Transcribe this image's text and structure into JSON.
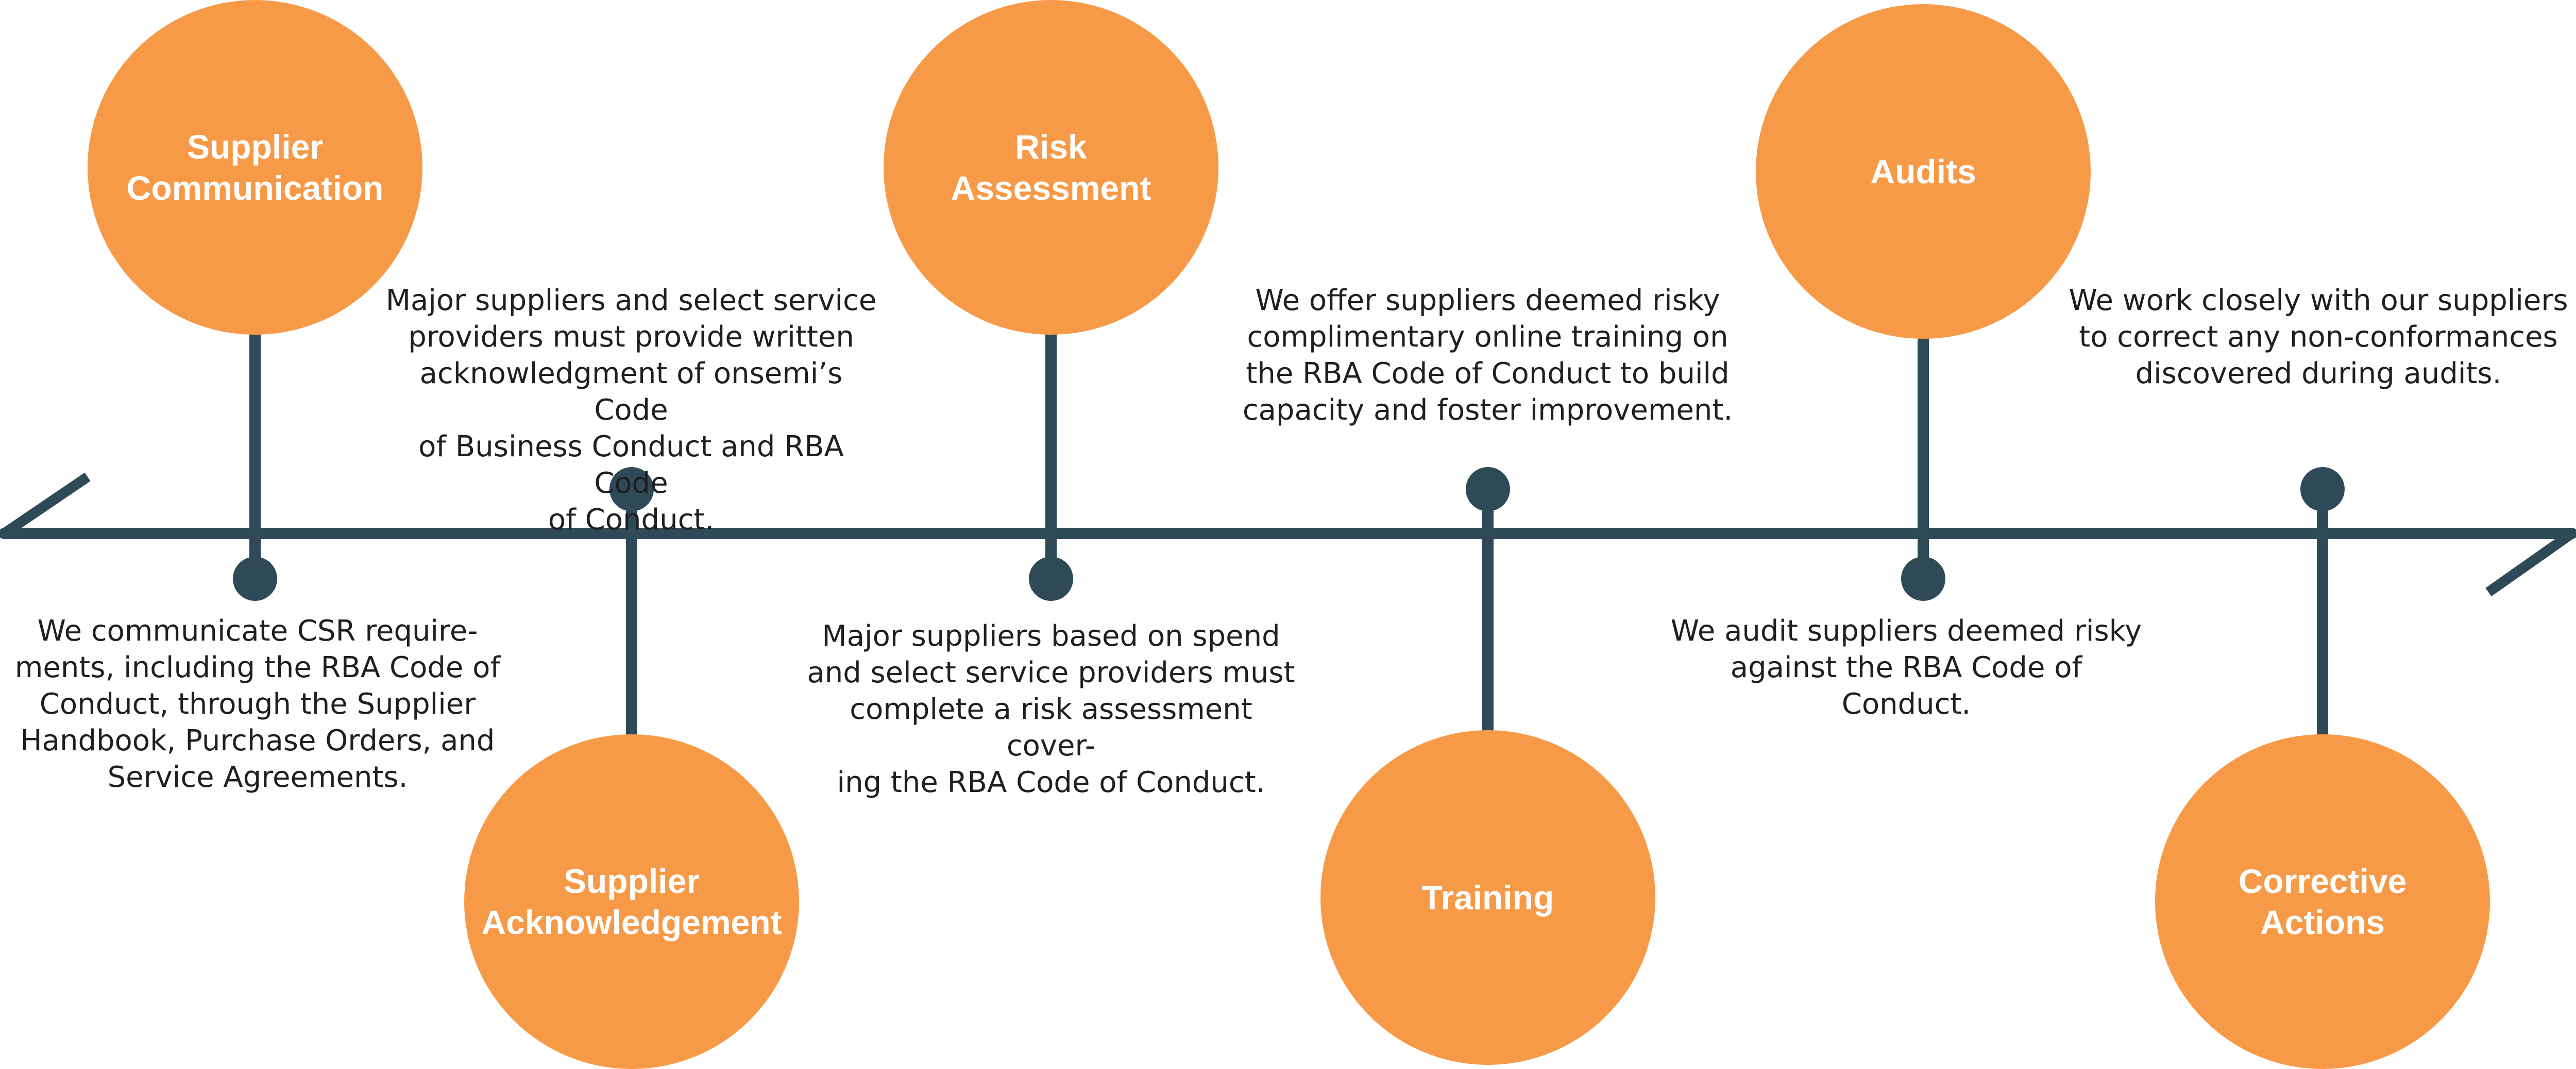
{
  "colors": {
    "node_fill": "#F79A48",
    "line": "#2E4A57",
    "text": "#1F1F1F"
  },
  "steps": [
    {
      "title": "Supplier\nCommunication",
      "description": "We communicate CSR require-\nments, including the RBA Code of\nConduct, through the Supplier\nHandbook, Purchase Orders, and\nService Agreements."
    },
    {
      "title": "Supplier\nAcknowledgement",
      "description": "Major suppliers and select service\nproviders must provide written\nacknowledgment of onsemi’s Code\nof Business Conduct and RBA Code\nof Conduct."
    },
    {
      "title": "Risk\nAssessment",
      "description": "Major suppliers based on spend\nand select service providers must\ncomplete a risk assessment cover-\ning the RBA Code of Conduct."
    },
    {
      "title": "Training",
      "description": "We offer suppliers deemed risky\ncomplimentary online training on\nthe RBA Code of Conduct to build\ncapacity and foster improvement."
    },
    {
      "title": "Audits",
      "description": "We audit suppliers deemed risky\nagainst the RBA Code of Conduct."
    },
    {
      "title": "Corrective\nActions",
      "description": "We work closely with our suppliers\nto correct any non-conformances\ndiscovered during audits."
    }
  ]
}
